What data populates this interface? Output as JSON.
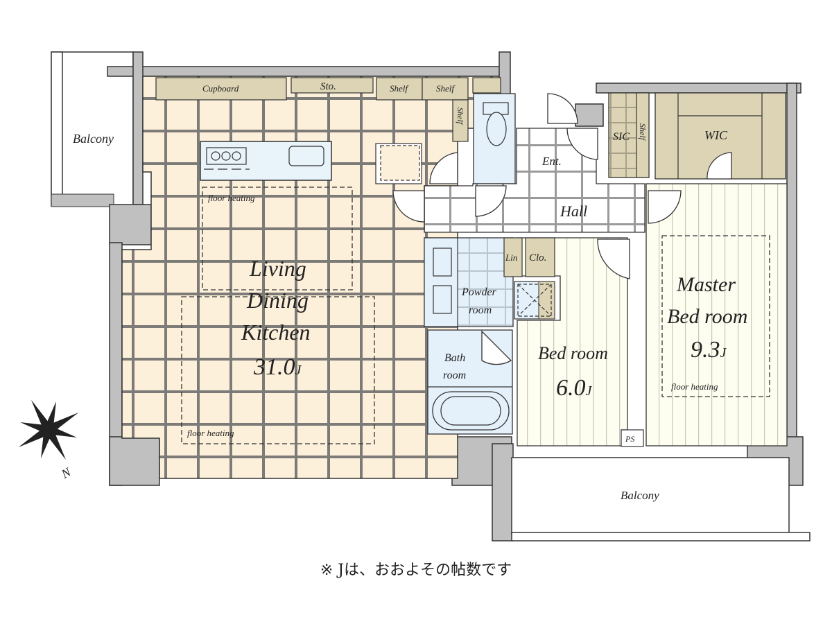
{
  "floorplan": {
    "rooms": {
      "ldk": {
        "l1": "Living",
        "l2": "Dining",
        "l3": "Kitchen",
        "area": "31.0",
        "unit": "J"
      },
      "master": {
        "l1": "Master",
        "l2": "Bed room",
        "area": "9.3",
        "unit": "J"
      },
      "bed": {
        "l1": "Bed room",
        "area": "6.0",
        "unit": "J"
      },
      "hall": "Hall",
      "entrance": "Ent.",
      "powder": {
        "l1": "Powder",
        "l2": "room"
      },
      "bath": {
        "l1": "Bath",
        "l2": "room"
      },
      "wic": "WIC",
      "sic": "SIC",
      "balcony_west": "Balcony",
      "balcony_south": "Balcony"
    },
    "storage": {
      "cupboard": "Cupboard",
      "sto": "Sto.",
      "shelf": "Shelf",
      "lin": "Lin",
      "clo": "Clo.",
      "ps": "PS"
    },
    "annotations": {
      "floor_heating": "floor heating"
    },
    "compass": {
      "label": "N"
    },
    "colors": {
      "wall": "#c0c0c0",
      "ldk_floor": "#fdf0db",
      "tile_line": "#7d7b78",
      "wet_area": "#e4f0fa",
      "storage": "#dcd4b4",
      "bedroom_floor": "#fdfdf0",
      "hall_floor": "#ffffff"
    }
  },
  "footnote": "※ Jは、おおよその帖数です"
}
